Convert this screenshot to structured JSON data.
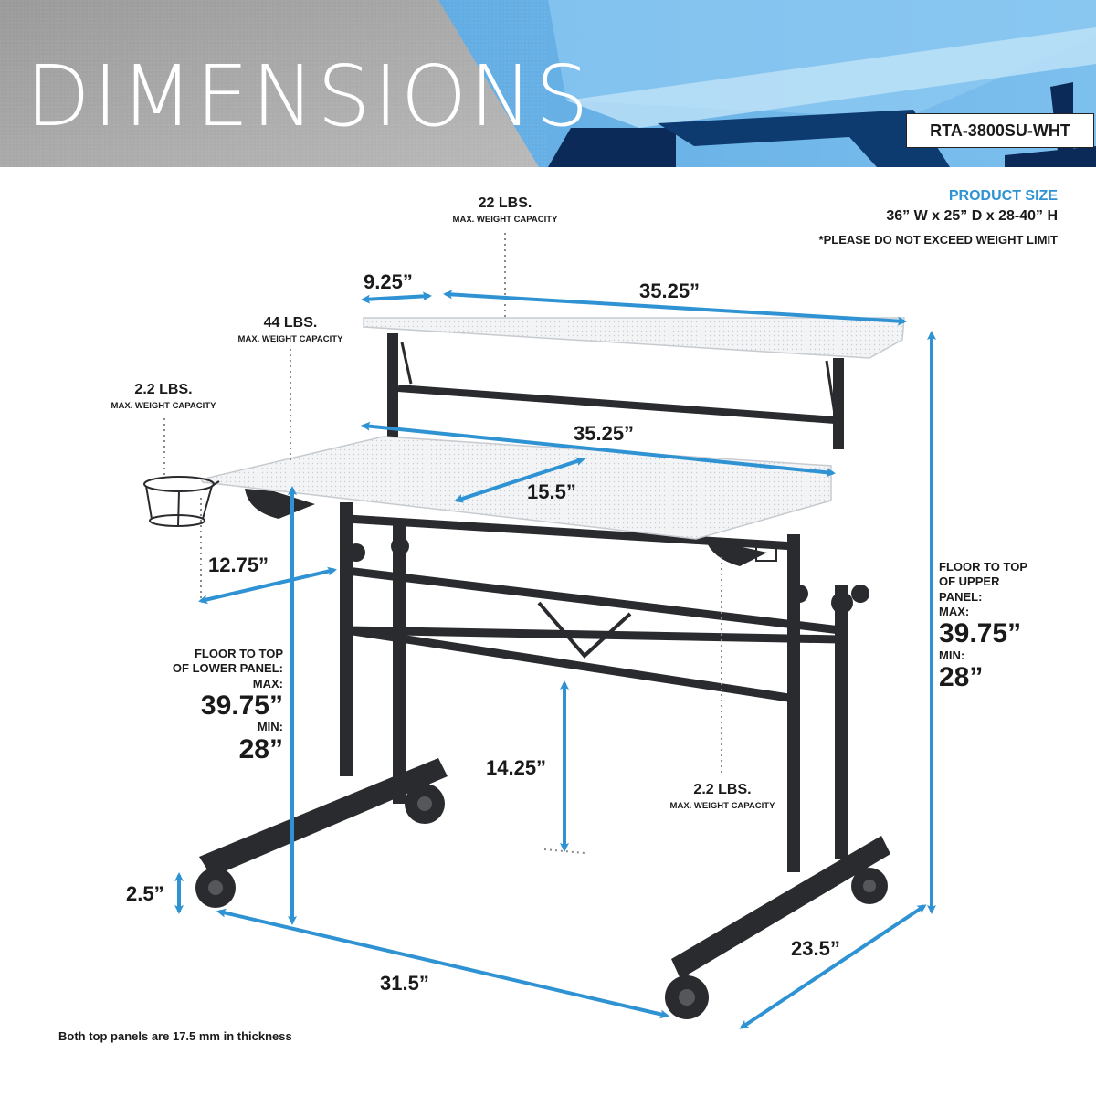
{
  "header": {
    "title": "DIMENSIONS",
    "model": "RTA-3800SU-WHT"
  },
  "product": {
    "heading": "PRODUCT SIZE",
    "size": "36” W x 25” D x 28-40” H",
    "warning": "*PLEASE DO NOT EXCEED WEIGHT LIMIT"
  },
  "weights": {
    "top": {
      "value": "22 LBS.",
      "caption": "MAX. WEIGHT CAPACITY"
    },
    "lower": {
      "value": "44 LBS.",
      "caption": "MAX. WEIGHT CAPACITY"
    },
    "cup": {
      "value": "2.2 LBS.",
      "caption": "MAX. WEIGHT CAPACITY"
    },
    "hook": {
      "value": "2.2 LBS.",
      "caption": "MAX. WEIGHT CAPACITY"
    }
  },
  "dimensions": {
    "upper_offset": "9.25”",
    "upper_width": "35.25”",
    "lower_width": "35.25”",
    "lower_depth": "15.5”",
    "cup_offset": "12.75”",
    "clearance": "14.25”",
    "caster": "2.5”",
    "base_width": "31.5”",
    "base_depth": "23.5”"
  },
  "upper_height": {
    "l1": "FLOOR TO TOP",
    "l2": "OF UPPER",
    "l3": "PANEL:",
    "max_label": "MAX:",
    "max": "39.75”",
    "min_label": "MIN:",
    "min": "28”"
  },
  "lower_height": {
    "l1": "FLOOR TO TOP",
    "l2": "OF LOWER PANEL:",
    "max_label": "MAX:",
    "max": "39.75”",
    "min_label": "MIN:",
    "min": "28”"
  },
  "footnote": "Both top panels are 17.5 mm in thickness",
  "colors": {
    "accent": "#2f93d3",
    "frame": "#2a2b2e",
    "panel": "#eef0f2"
  }
}
